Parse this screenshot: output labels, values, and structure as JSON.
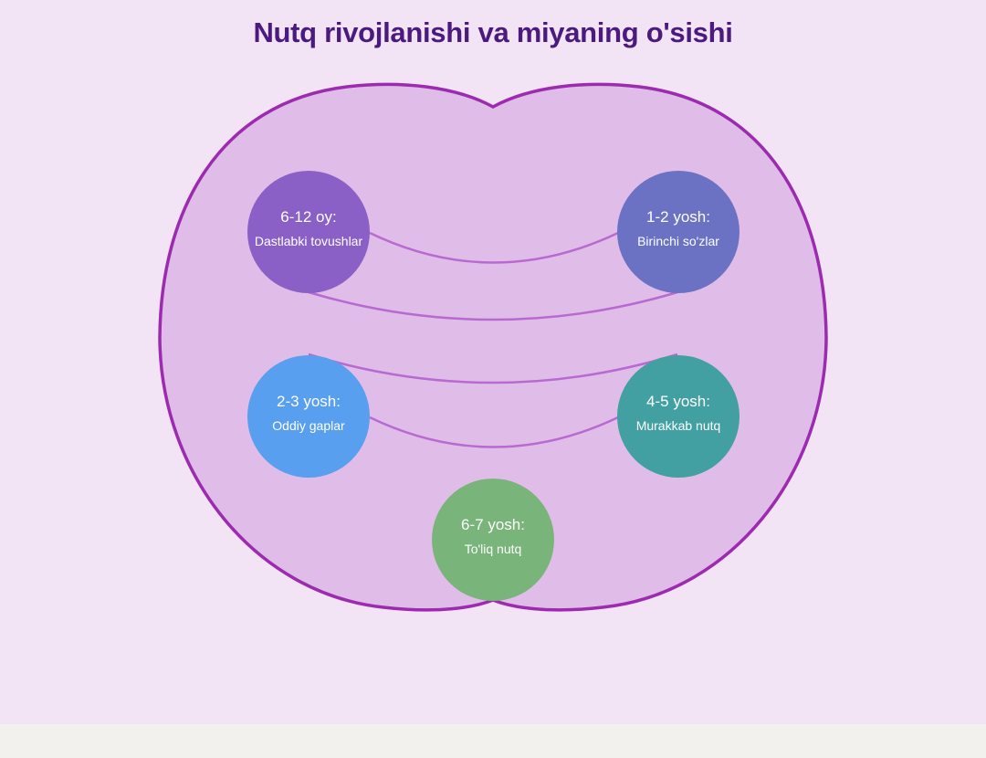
{
  "title": "Nutq rivojlanishi va miyaning o'sishi",
  "colors": {
    "background": "#f2e3f5",
    "brain_fill": "#e0bde8",
    "brain_stroke": "#9c2bb0",
    "connector": "#b86ad0",
    "title": "#4a1a7e"
  },
  "stages": [
    {
      "age": "6-12 oy:",
      "label": "Dastlabki tovushlar",
      "color": "#8a60c7"
    },
    {
      "age": "1-2 yosh:",
      "label": "Birinchi so'zlar",
      "color": "#6b72c4"
    },
    {
      "age": "2-3 yosh:",
      "label": "Oddiy gaplar",
      "color": "#589ff0"
    },
    {
      "age": "4-5 yosh:",
      "label": "Murakkab nutq",
      "color": "#42a0a2"
    },
    {
      "age": "6-7 yosh:",
      "label": "To'liq nutq",
      "color": "#79b57b"
    }
  ]
}
